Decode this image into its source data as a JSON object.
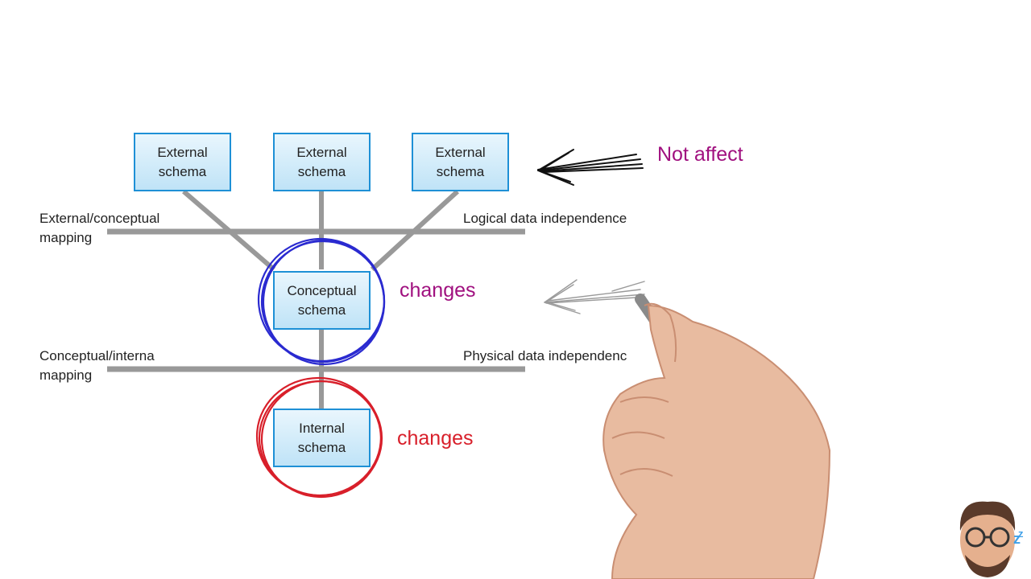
{
  "external_schemas": [
    {
      "line1": "External",
      "line2": "schema"
    },
    {
      "line1": "External",
      "line2": "schema"
    },
    {
      "line1": "External",
      "line2": "schema"
    }
  ],
  "conceptual_schema": {
    "line1": "Conceptual",
    "line2": "schema"
  },
  "internal_schema": {
    "line1": "Internal",
    "line2": "schema"
  },
  "mappings": {
    "external_conceptual": {
      "line1": "External/conceptual",
      "line2": "mapping"
    },
    "conceptual_internal": {
      "line1": "Conceptual/interna",
      "line2": "mapping"
    }
  },
  "independence": {
    "logical": "Logical data independence",
    "physical": "Physical data independenc"
  },
  "annotations": {
    "not_affect": "Not affect",
    "conceptual_changes": "changes",
    "internal_changes": "changes"
  },
  "colors": {
    "box_border": "#1e90d6",
    "connector": "#999999",
    "blue_circle": "#2a2ad0",
    "red_circle": "#d81f2a",
    "purple_text": "#a0107f",
    "red_text": "#d81f2a"
  },
  "icons": [
    "arrow-left-icon",
    "hand-with-marker-icon",
    "avatar-icon"
  ]
}
